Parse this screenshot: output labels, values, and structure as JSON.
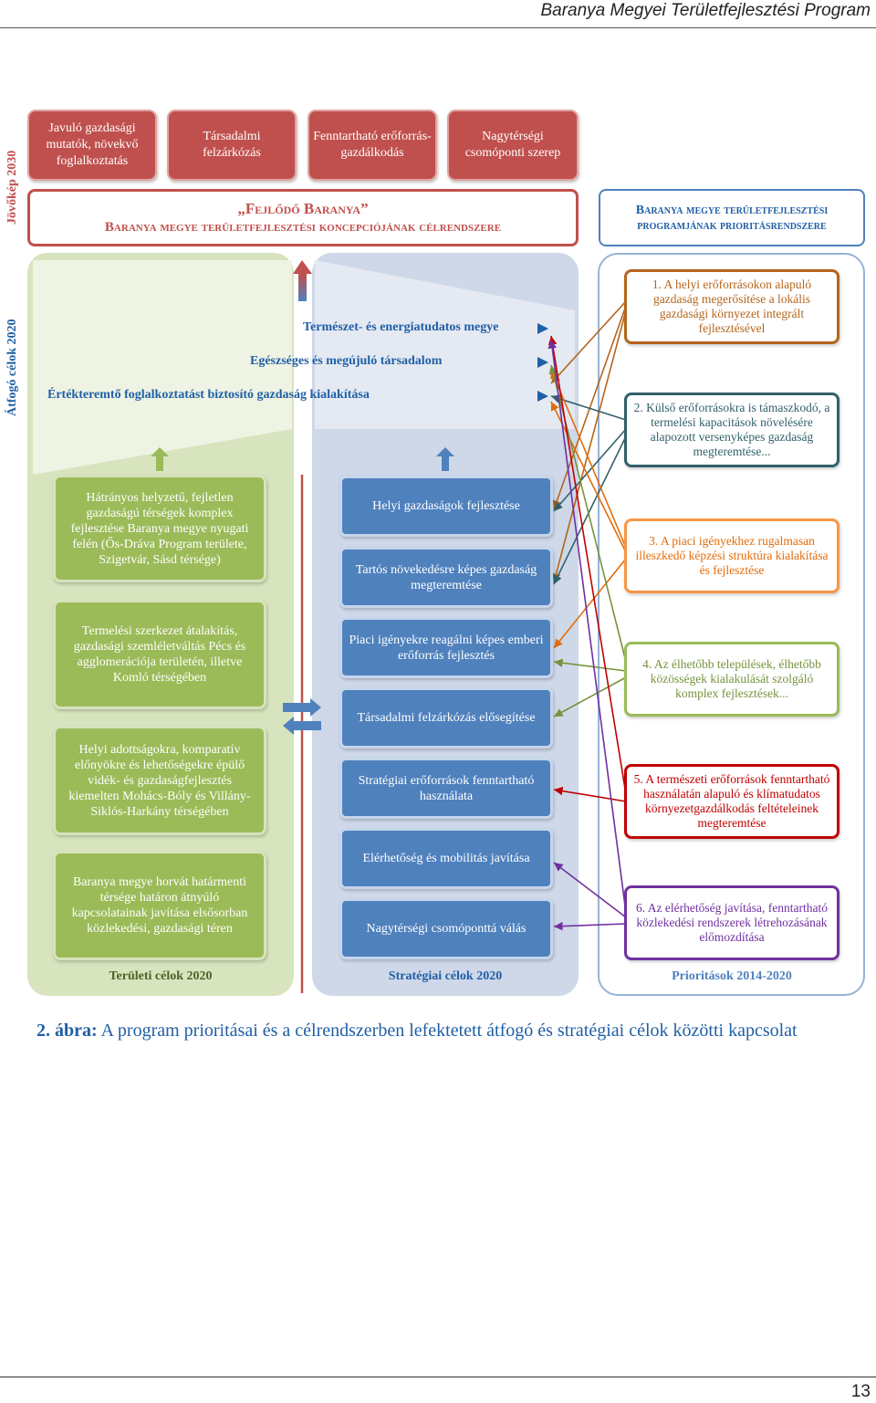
{
  "header": {
    "title": "Baranya Megyei Területfejlesztési Program"
  },
  "page_number": "13",
  "vision": {
    "label": "Jövőkép 2030",
    "boxes": [
      "Javuló gazdasági mutatók, növekvő foglalkoztatás",
      "Társadalmi felzárkózás",
      "Fenntartható erőforrás-gazdálkodás",
      "Nagytérségi csomóponti szerep"
    ]
  },
  "concept_title": {
    "line1": "„Fejlődő Baranya”",
    "line2": "Baranya megye területfejlesztési koncepciójának célrendszere"
  },
  "program_title": "Baranya megye területfejlesztési programjának prioritásrendszere",
  "overarching": {
    "label": "Átfogó célok 2020",
    "goals": [
      "Természet- és energiatudatos megye",
      "Egészséges és megújuló társadalom",
      "Értékteremtő foglalkoztatást biztosító gazdaság kialakítása"
    ]
  },
  "territorial": {
    "label": "Területi célok 2020",
    "items": [
      "Hátrányos helyzetű, fejletlen gazdaságú térségek komplex fejlesztése Baranya megye nyugati felén (Ős-Dráva Program területe, Szigetvár, Sásd térsége)",
      "Termelési szerkezet átalakítás, gazdasági szemléletváltás Pécs és agglomerációja területén, illetve Komló térségében",
      "Helyi adottságokra, komparatív előnyökre és lehetőségekre épülő vidék- és gazdaságfejlesztés kiemelten Mohács-Bóly és Villány-Siklós-Harkány térségében",
      "Baranya megye horvát határmenti térsége határon átnyúló kapcsolatainak javítása elsősorban közlekedési, gazdasági téren"
    ]
  },
  "strategic": {
    "label": "Stratégiai célok 2020",
    "items": [
      "Helyi gazdaságok fejlesztése",
      "Tartós növekedésre képes gazdaság megteremtése",
      "Piaci igényekre reagálni képes emberi erőforrás fejlesztés",
      "Társadalmi felzárkózás elősegítése",
      "Stratégiai erőforrások fenntartható használata",
      "Elérhetőség és mobilitás javítása",
      "Nagytérségi csomóponttá válás"
    ]
  },
  "priorities": {
    "label": "Prioritások 2014-2020",
    "items": [
      {
        "text": "1. A helyi erőforrásokon alapuló gazdaság megerősítése a lokális gazdasági környezet integrált fejlesztésével",
        "color": "#b5651d"
      },
      {
        "text": "2. Külső erőforrásokra is támaszkodó, a termelési kapacitások növelésére alapozott versenyképes gazdaság megteremtése...",
        "color": "#31616a"
      },
      {
        "text": "3. A piaci igényekhez rugalmasan illeszkedő képzési struktúra kialakítása és fejlesztése",
        "color": "#e36c09"
      },
      {
        "text": "4. Az élhetőbb települések, élhetőbb közösségek kialakulását szolgáló komplex fejlesztések...",
        "color": "#77933c"
      },
      {
        "text": "5. A természeti erőforrások fenntartható használatán alapuló és klímatudatos környezetgazdálkodás feltételeinek megteremtése",
        "color": "#c00000"
      },
      {
        "text": "6. Az elérhetőség javítása, fenntartható közlekedési rendszerek létrehozásának előmozdítása",
        "color": "#7030a0"
      }
    ]
  },
  "caption": {
    "label": "2. ábra:",
    "text": " A program prioritásai és a célrendszerben lefektetett átfogó és stratégiai célok közötti kapcsolat"
  },
  "colors": {
    "red": "#c0504d",
    "green": "#9bbb59",
    "blue": "#4f81bd",
    "title_blue": "#1f5fa6"
  }
}
